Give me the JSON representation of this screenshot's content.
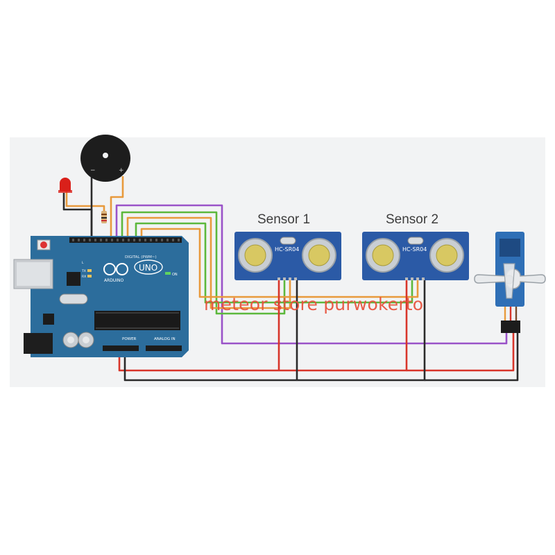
{
  "sensors": [
    {
      "label": "Sensor 1",
      "model": "HC-SR04"
    },
    {
      "label": "Sensor 2",
      "model": "HC-SR04"
    }
  ],
  "arduino": {
    "logo_text": "ARDUINO",
    "model": "UNO",
    "digital_label": "DIGITAL (PWM~)",
    "power_label": "POWER",
    "analog_label": "ANALOG IN",
    "on_label": "ON",
    "tx_label": "TX",
    "rx_label": "RX",
    "l_label": "L"
  },
  "buzzer": {
    "minus": "−",
    "plus": "+"
  },
  "watermark": "meteor store purwokerto",
  "colors": {
    "board": "#2c6d9c",
    "sensor_board": "#2b5aa6",
    "wire_orange": "#e89a3c",
    "wire_purple": "#9a52c8",
    "wire_green": "#5cb83c",
    "wire_red": "#d8352a",
    "wire_black": "#2a2a2a",
    "buzzer": "#1d1d1d",
    "led": "#d9201a",
    "servo_body": "#2f6fb6"
  }
}
